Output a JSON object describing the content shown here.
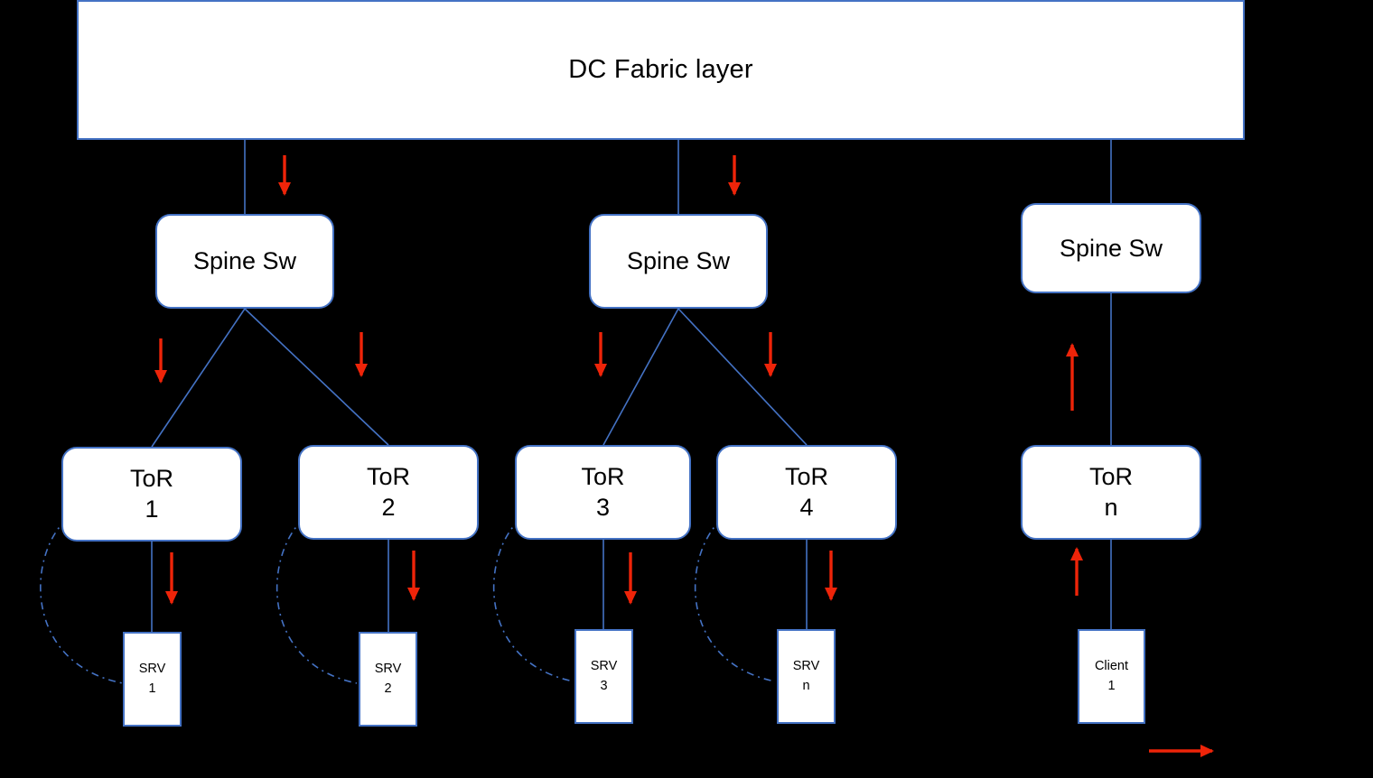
{
  "colors": {
    "line_blue": "#4472c4",
    "arrow_red": "#ee2409",
    "box_fill": "#ffffff",
    "text": "#000000",
    "background": "#000000"
  },
  "fabric": {
    "label": "DC Fabric layer"
  },
  "spines": [
    {
      "label": "Spine Sw"
    },
    {
      "label": "Spine Sw"
    },
    {
      "label": "Spine Sw"
    }
  ],
  "tors": [
    {
      "name": "ToR",
      "id": "1"
    },
    {
      "name": "ToR",
      "id": "2"
    },
    {
      "name": "ToR",
      "id": "3"
    },
    {
      "name": "ToR",
      "id": "4"
    },
    {
      "name": "ToR",
      "id": "n"
    }
  ],
  "endpoints": [
    {
      "name": "SRV",
      "id": "1"
    },
    {
      "name": "SRV",
      "id": "2"
    },
    {
      "name": "SRV",
      "id": "3"
    },
    {
      "name": "SRV",
      "id": "n"
    },
    {
      "name": "Client",
      "id": "1"
    }
  ]
}
